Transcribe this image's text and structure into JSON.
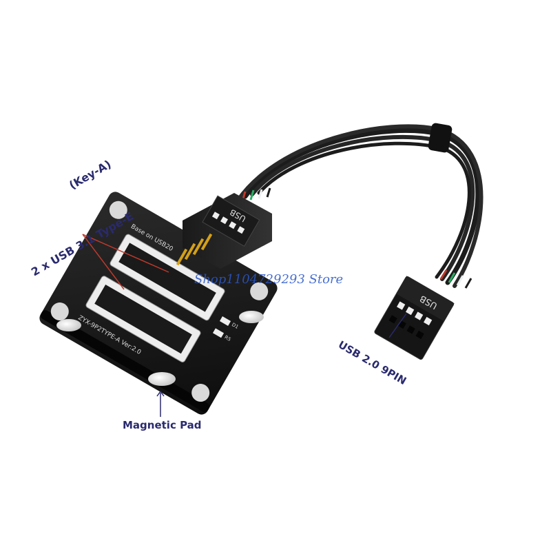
{
  "labels": {
    "key_a": "(Key-A)",
    "usb31": "2 x USB 3.1 Type-E",
    "usb20": "USB 2.0 9PIN",
    "magnetic_pad": "Magnetic Pad"
  },
  "watermark": "Shop1104729293 Store",
  "connector_text": "USB",
  "board_silkscreen": {
    "line1": "Base on  USB20",
    "line2": "ZYX-9P2TYPE-A  Ver:2.0",
    "d1": "D1",
    "r5": "R5"
  },
  "colors": {
    "label_text": "#2a2a6e",
    "watermark": "#2a57c8",
    "annotation_line": "#c0392b",
    "board": "#151515",
    "cable": "#1c1c1c"
  }
}
